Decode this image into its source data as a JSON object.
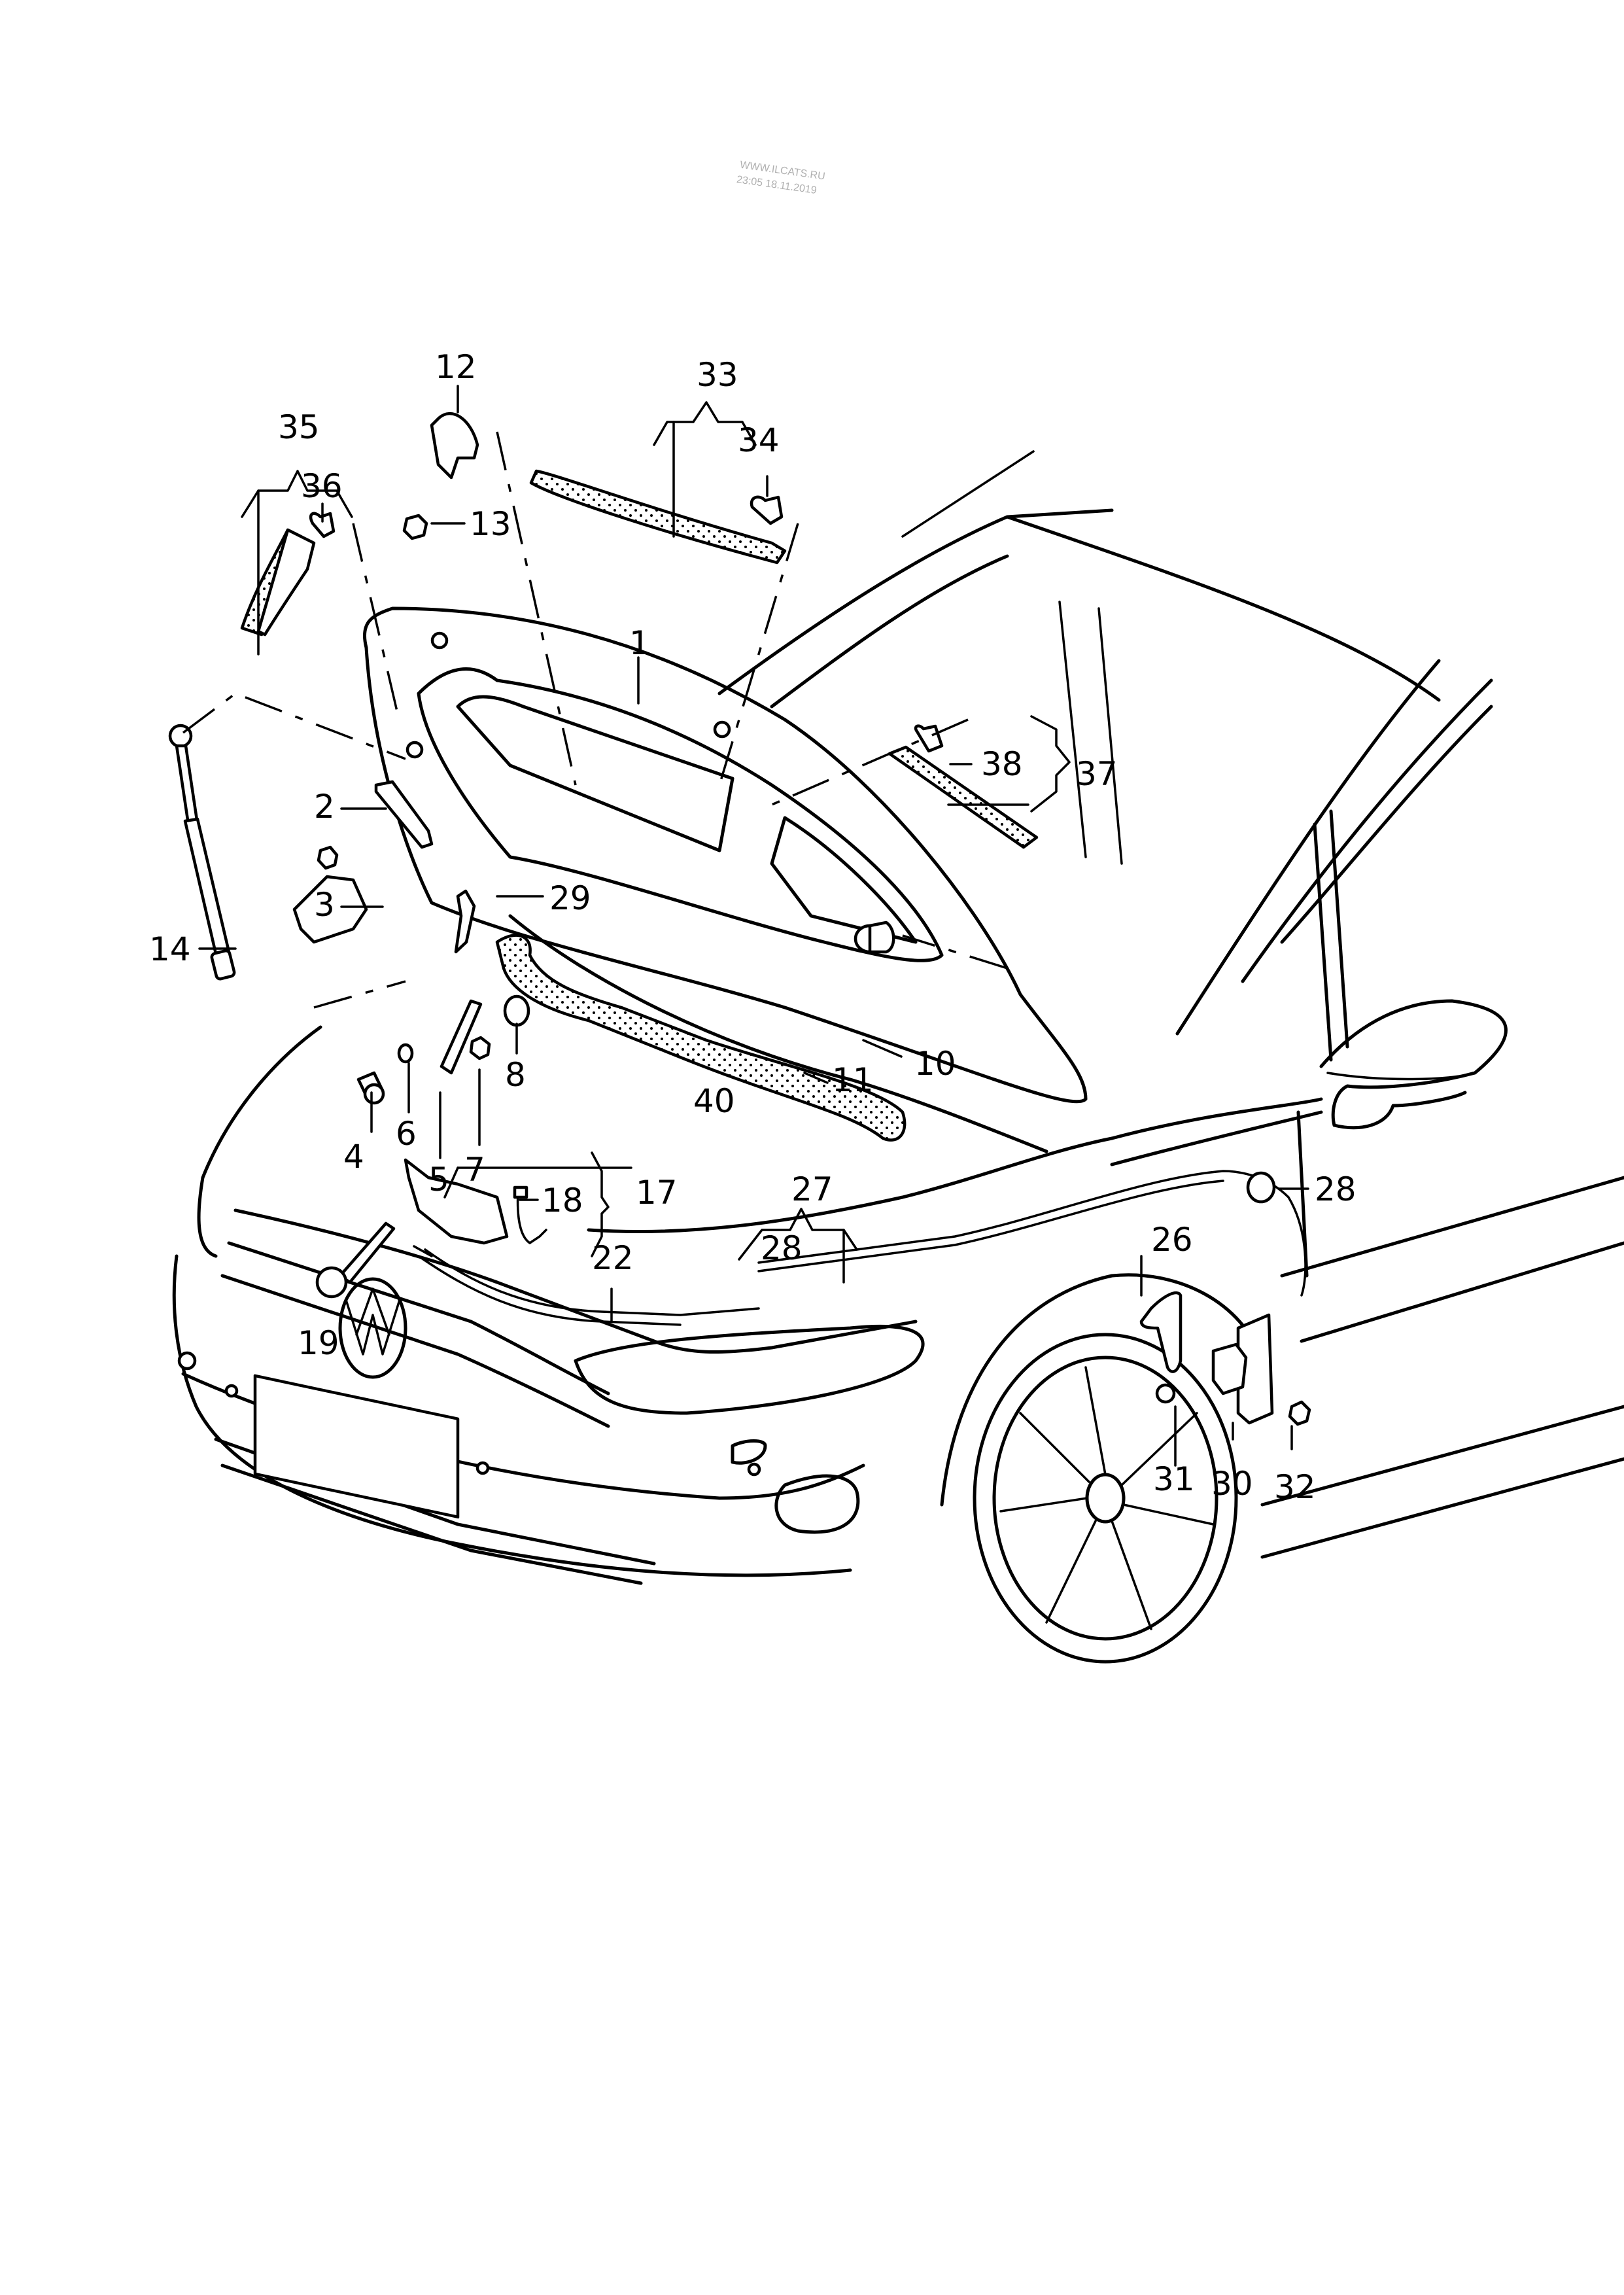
{
  "watermark": {
    "site": "WWW.ILCATS.RU",
    "timestamp": "23:05 18.11.2019"
  },
  "colors": {
    "line": "#000000",
    "background": "#ffffff",
    "watermark": "#b0b0b0"
  },
  "callouts": {
    "c1": "1",
    "c2": "2",
    "c3": "3",
    "c4": "4",
    "c5": "5",
    "c6": "6",
    "c7": "7",
    "c8": "8",
    "c10": "10",
    "c11": "11",
    "c12": "12",
    "c13": "13",
    "c14": "14",
    "c17": "17",
    "c18": "18",
    "c19": "19",
    "c22": "22",
    "c26": "26",
    "c27": "27",
    "c28a": "28",
    "c28b": "28",
    "c29": "29",
    "c30": "30",
    "c31": "31",
    "c32": "32",
    "c33": "33",
    "c34": "34",
    "c35": "35",
    "c36": "36",
    "c37": "37",
    "c38": "38",
    "c40": "40"
  }
}
